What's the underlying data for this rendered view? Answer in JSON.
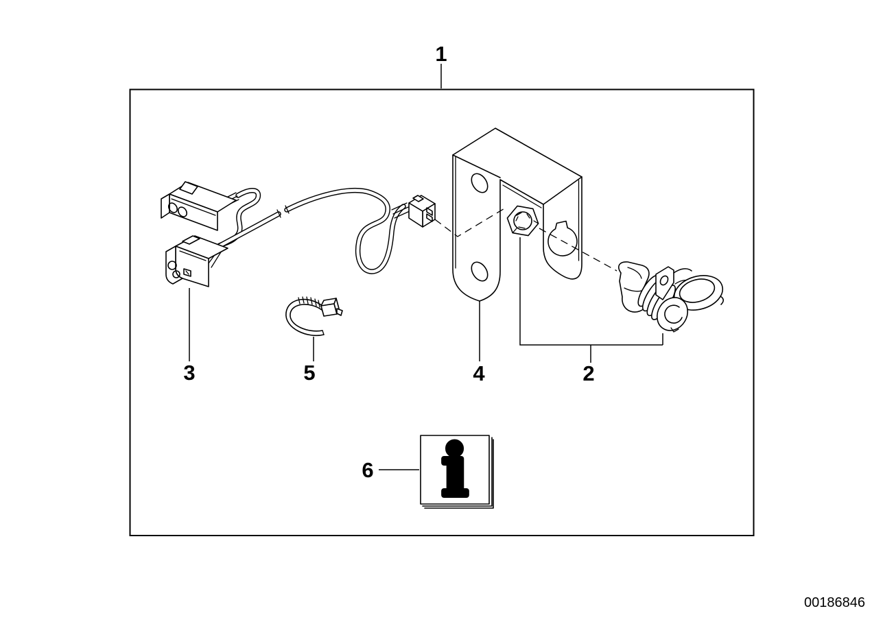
{
  "diagram": {
    "callouts": {
      "kit": "1",
      "socket": "2",
      "harness": "3",
      "bracket": "4",
      "cable_strap": "5",
      "instructions": "6"
    },
    "booklet": {
      "symbol": "i"
    },
    "document_number": "00186846",
    "colors": {
      "line": "#000000",
      "background": "#ffffff"
    }
  }
}
